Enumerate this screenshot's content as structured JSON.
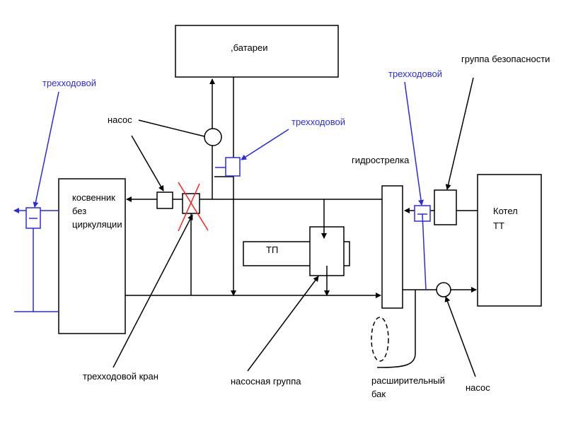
{
  "labels": {
    "batteries": ",батареи",
    "pump_top": "насос",
    "three_way_left": "трехходовой",
    "three_way_mid": "трехходовой",
    "three_way_right": "трехходовой",
    "safety_group": "группа безопасности",
    "hydro_arrow": "гидрострелка",
    "boiler_indirect_1": "косвенник",
    "boiler_indirect_2": "без",
    "boiler_indirect_3": "циркуляции",
    "boiler_tt_1": "Котел",
    "boiler_tt_2": "ТТ",
    "underfloor": "ТП",
    "three_way_valve": "трехходовой кран",
    "pump_group": "насосная группа",
    "expansion_1": "расширительный",
    "expansion_2": "бак",
    "pump_bottom": "насос"
  },
  "colors": {
    "line": "#000000",
    "three_way_accent": "#2a2ae6",
    "crossed_out": "#ff2020"
  }
}
